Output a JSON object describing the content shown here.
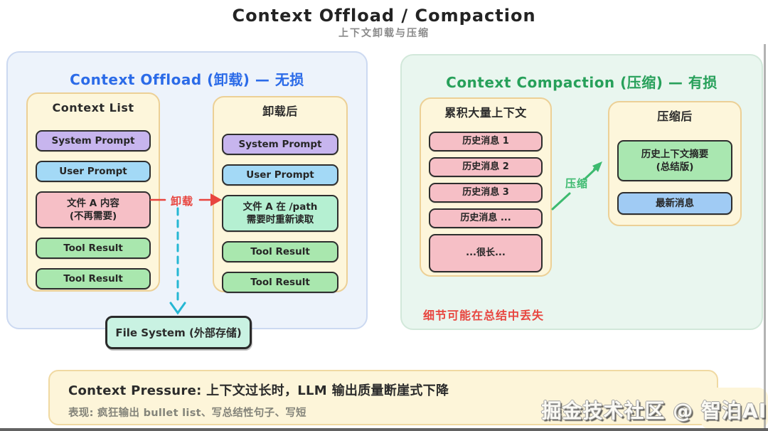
{
  "title": "Context Offload / Compaction",
  "subtitle": "上下文卸载与压缩",
  "colors": {
    "offload_heading": "#2b6be8",
    "compaction_heading": "#27a05a",
    "purple": "#c7b5ee",
    "blue": "#a3d9f6",
    "pink": "#f6bfc6",
    "green": "#a9e7ae",
    "mint": "#b5f0d2",
    "file_system_mint": "#c9f2e2",
    "summary_green": "#a9e7b0",
    "latest_blue": "#a0cbf4",
    "arrow_red": "#e8453f",
    "dashed_cyan": "#25b7d3",
    "arrow_green": "#3dba6f",
    "card_cream": "#fdf6db",
    "panel_blue": "#edf3fb",
    "panel_green": "#e9f6ef",
    "bar_cream": "#fdf5d9"
  },
  "offload_panel": {
    "heading": "Context Offload (卸载) — 无损",
    "before": {
      "title": "Context List",
      "boxes": [
        {
          "label": "System Prompt"
        },
        {
          "label": "User Prompt"
        },
        {
          "label": "文件 A 内容\n(不再需要)"
        },
        {
          "label": "Tool Result"
        },
        {
          "label": "Tool Result"
        }
      ]
    },
    "after": {
      "title": "卸载后",
      "boxes": [
        {
          "label": "System Prompt"
        },
        {
          "label": "User Prompt"
        },
        {
          "label": "文件 A 在 /path\n需要时重新读取"
        },
        {
          "label": "Tool Result"
        },
        {
          "label": "Tool Result"
        }
      ]
    },
    "arrow_label": "卸载",
    "file_system_label": "File System (外部存储)"
  },
  "compaction_panel": {
    "heading": "Context Compaction (压缩) — 有损",
    "before": {
      "title": "累积大量上下文",
      "boxes": [
        {
          "label": "历史消息 1"
        },
        {
          "label": "历史消息 2"
        },
        {
          "label": "历史消息 3"
        },
        {
          "label": "历史消息 ..."
        },
        {
          "label": "...很长..."
        }
      ]
    },
    "after": {
      "title": "压缩后",
      "boxes": [
        {
          "label": "历史上下文摘要\n(总结版)"
        },
        {
          "label": "最新消息"
        }
      ]
    },
    "arrow_label": "压缩",
    "warning": "细节可能在总结中丢失"
  },
  "pressure_bar": {
    "title": "Context Pressure: 上下文过长时，LLM 输出质量断崖式下降",
    "detail": "表现: 疯狂输出 bullet list、写总结性句子、写短"
  },
  "watermark": "掘金技术社区 @ 智泊AI"
}
